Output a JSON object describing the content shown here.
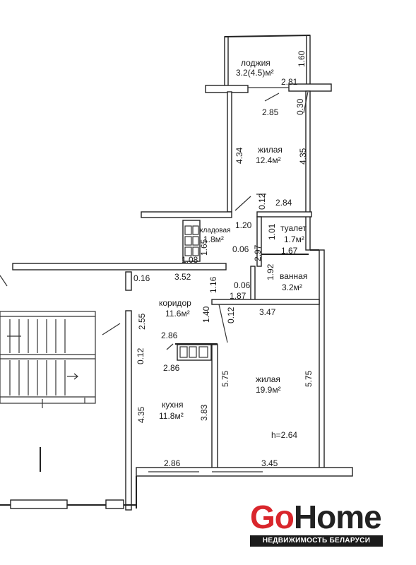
{
  "rooms": {
    "loggia": {
      "name": "лоджия",
      "area": "3.2(4.5)м²"
    },
    "living_top": {
      "name": "жилая",
      "area": "12.4м²"
    },
    "storage": {
      "name": "кладовая",
      "area": "1.8м²"
    },
    "toilet": {
      "name": "туалет",
      "area": "1.7м²"
    },
    "bathroom": {
      "name": "ванная",
      "area": "3.2м²"
    },
    "corridor": {
      "name": "коридор",
      "area": "11.6м²"
    },
    "living_main": {
      "name": "жилая",
      "area": "19.9м²"
    },
    "kitchen": {
      "name": "кухня",
      "area": "11.8м²"
    }
  },
  "ceiling_height": "h=2.64",
  "dimensions": {
    "loggia_side": "1.60",
    "loggia_width": "2.81",
    "door_top": "2.85",
    "wall_030": "0.30",
    "living_top_left": "4.34",
    "living_top_right": "4.35",
    "gap_012_top": "0.12",
    "toilet_top": "2.84",
    "storage_width": "1.20",
    "toilet_side": "1.01",
    "toilet_width": "1.67",
    "storage_depth": "1.65",
    "gap_006_a": "0.06",
    "wall_297": "2.97",
    "storage_bottom": "1.08",
    "wall_016": "0.16",
    "corridor_width": "3.52",
    "corridor_side": "1.16",
    "bath_side": "1.92",
    "gap_006_b": "0.06",
    "bath_width": "1.87",
    "corridor_left": "2.55",
    "corridor_right": "1.40",
    "gap_012_mid": "0.12",
    "living_main_top": "3.47",
    "kitchen_top": "2.86",
    "gap_012_left": "0.12",
    "kitchen_inner": "2.86",
    "wall_575_left": "5.75",
    "wall_575_right": "5.75",
    "kitchen_left": "4.35",
    "kitchen_right": "3.83",
    "kitchen_bottom": "2.86",
    "living_main_bottom": "3.45"
  },
  "logo": {
    "go": "Go",
    "home": "Home",
    "tagline": "НЕДВИЖИМОСТЬ БЕЛАРУСИ",
    "brand_red": "#d9262c",
    "brand_dark": "#222222"
  }
}
